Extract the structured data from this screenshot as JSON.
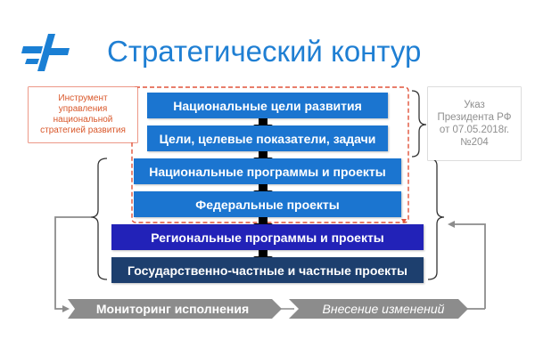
{
  "header": {
    "title": "Стратегический контур"
  },
  "callouts": {
    "instrument_lines": [
      "Инструмент",
      "управления",
      "национальной",
      "стратегией развития"
    ],
    "decree_lines": [
      "Указ",
      "Президента РФ",
      "от 07.05.2018г.",
      "№204"
    ]
  },
  "blocks": [
    {
      "label": "Национальные цели развития"
    },
    {
      "label": "Цели, целевые показатели, задачи"
    },
    {
      "label": "Национальные программы и проекты"
    },
    {
      "label": "Федеральные проекты"
    },
    {
      "label": "Региональные программы и проекты"
    },
    {
      "label": "Государственно-частные и частные проекты"
    }
  ],
  "cycle": {
    "monitoring": "Мониторинг исполнения",
    "changes": "Внесение изменений"
  },
  "colors": {
    "title": "#1f7fd3",
    "blue": "#1b75d0",
    "regional": "#2222b8",
    "private": "#1d3f6e",
    "dashed_outline": "#e0533a",
    "chevron": "#8c8c8c",
    "logo": "#1a7fd4"
  },
  "icons": {
    "logo": "cross-shape-logo-icon",
    "block_arrow": "down-arrow-icon"
  }
}
